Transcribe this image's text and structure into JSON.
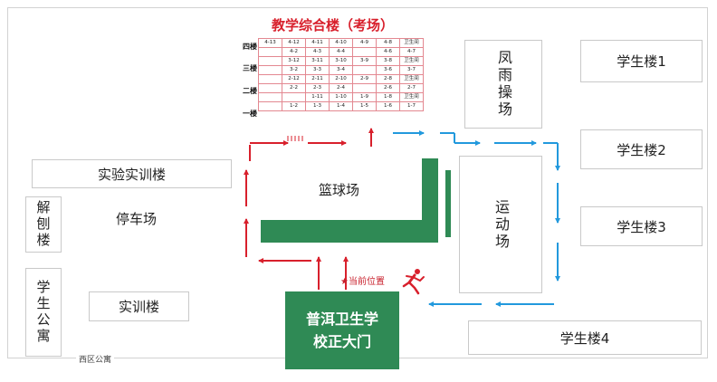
{
  "teaching": {
    "title": "教学综合楼（考场）",
    "floors": [
      "四楼",
      "三楼",
      "二楼",
      "一楼"
    ],
    "rows": [
      [
        "4-13",
        "4-12",
        "4-11",
        "4-10",
        "4-9",
        "4-8",
        "卫生间"
      ],
      [
        "",
        "4-2",
        "4-3",
        "4-4",
        "",
        "4-6",
        "4-7"
      ],
      [
        "",
        "3-12",
        "3-11",
        "3-10",
        "3-9",
        "3-8",
        "卫生间"
      ],
      [
        "",
        "3-2",
        "3-3",
        "3-4",
        "",
        "3-6",
        "3-7"
      ],
      [
        "",
        "2-12",
        "2-11",
        "2-10",
        "2-9",
        "2-8",
        "卫生间"
      ],
      [
        "",
        "2-2",
        "2-3",
        "2-4",
        "",
        "2-6",
        "2-7"
      ],
      [
        "",
        "",
        "1-11",
        "1-10",
        "1-9",
        "1-8",
        "卫生间"
      ],
      [
        "",
        "1-2",
        "1-3",
        "1-4",
        "1-5",
        "1-6",
        "1-7"
      ]
    ]
  },
  "buildings": {
    "fengyu": "凤雨操场",
    "stu1": "学生楼1",
    "stu2": "学生楼2",
    "stu3": "学生楼3",
    "stu4": "学生楼4",
    "shiyan": "实验实训楼",
    "jiepou": "解刨楼",
    "gongyu": "学生公寓",
    "shixun": "实训楼",
    "yundong": "运动场"
  },
  "labels": {
    "parking": "停车场",
    "basketball": "篮球场",
    "current": "★当前位置",
    "gate_line1": "普洱卫生学",
    "gate_line2": "校正大门",
    "xiqu": "西区公寓"
  },
  "icons": {
    "runner": "running-person-icon",
    "star": "star-icon"
  },
  "colors": {
    "red_path": "#d8202c",
    "blue_path": "#2299dd",
    "green": "#2f8a55"
  }
}
